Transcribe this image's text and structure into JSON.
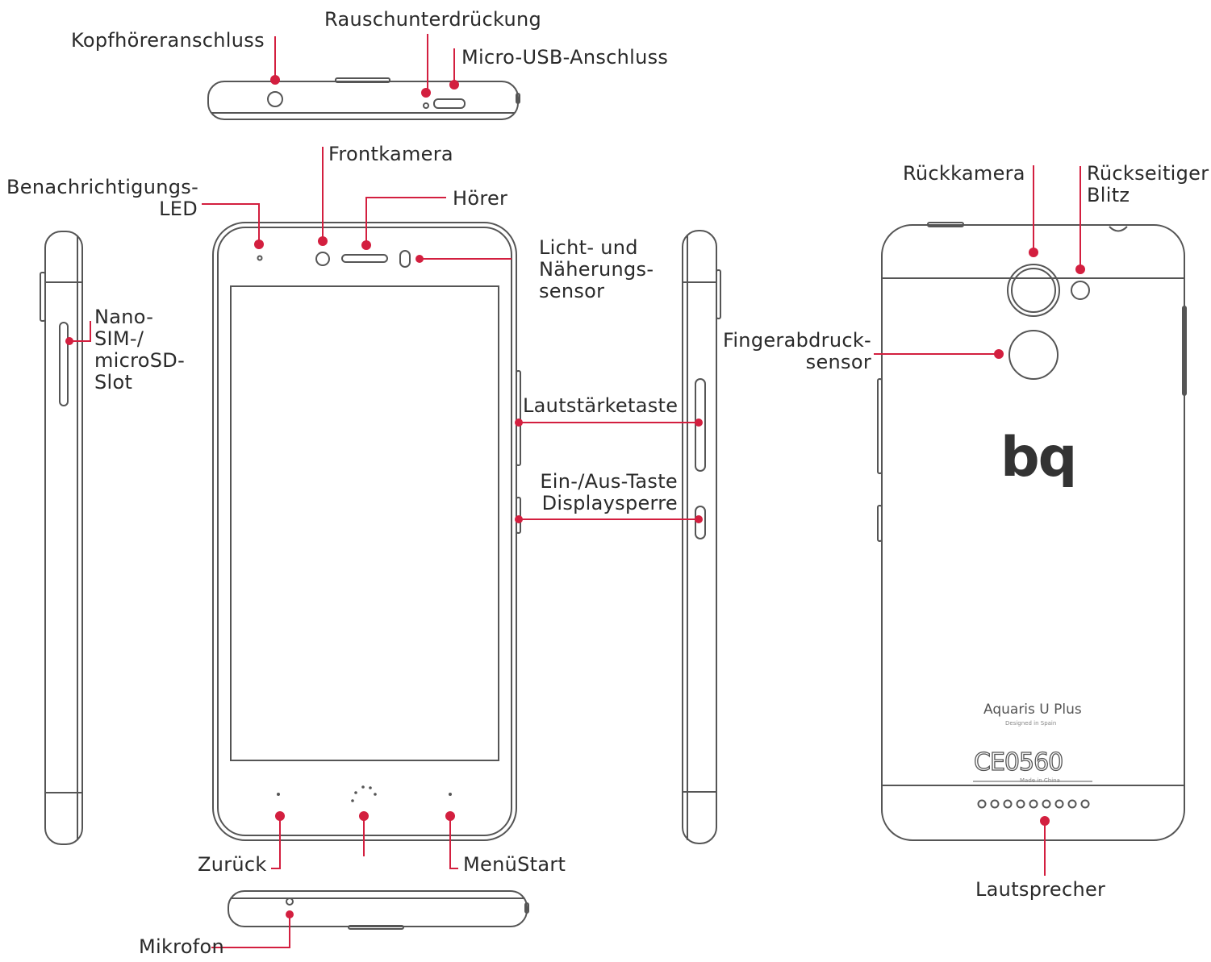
{
  "labels": {
    "kopfhoerer": "Kopfhöreranschluss",
    "rausch": "Rauschunterdrückung",
    "usb": "Micro-USB-Anschluss",
    "frontkamera": "Frontkamera",
    "led": [
      "Benachrichtigungs-",
      "LED"
    ],
    "hoerer": "Hörer",
    "licht": [
      "Licht- und",
      "Näherungs-",
      "sensor"
    ],
    "sim": [
      "Nano-",
      "SIM-/",
      "microSD-",
      "Slot"
    ],
    "lautstaerke": "Lautstärketaste",
    "einaus": [
      "Ein-/Aus-Taste",
      "Displaysperre"
    ],
    "zurueck": "Zurück",
    "menue": "MenüStart",
    "mikrofon": "Mikrofon",
    "rueckkamera": "Rückkamera",
    "blitz": [
      "Rückseitiger",
      "Blitz"
    ],
    "finger": [
      "Fingerabdruck-",
      "sensor"
    ],
    "lautsprecher": "Lautsprecher"
  },
  "device": {
    "brand": "bq",
    "model": "Aquaris U Plus",
    "designed": "Designed in Spain",
    "cert": "CE0560",
    "fine_print": "Made in China"
  },
  "colors": {
    "accent": "#d31f3f",
    "outline": "#555555",
    "text": "#2a2a2a"
  }
}
